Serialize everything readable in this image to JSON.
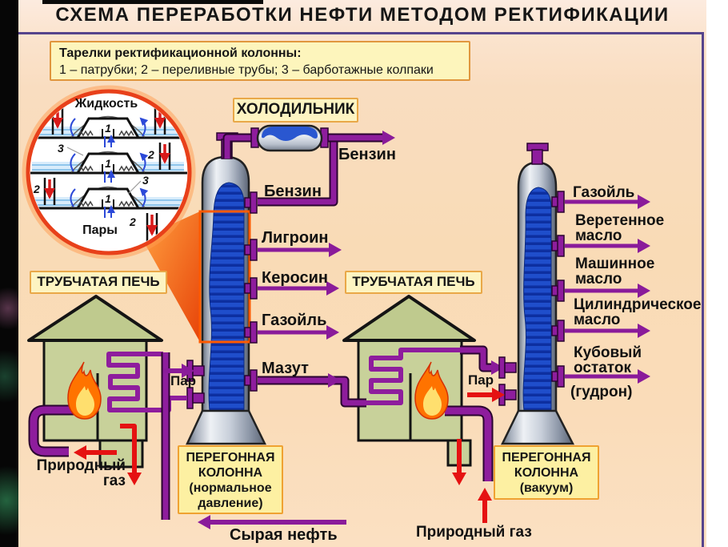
{
  "title": "СХЕМА ПЕРЕРАБОТКИ НЕФТИ МЕТОДОМ РЕКТИФИКАЦИИ",
  "legend": {
    "heading": "Тарелки ректификационной колонны:",
    "items": "1 – патрубки; 2 – переливные трубы; 3 – барботажные колпаки"
  },
  "inset": {
    "liquid_label": "Жидкость",
    "vapor_label": "Пары",
    "num1": "1",
    "num2": "2",
    "num3": "3"
  },
  "cooler": {
    "label": "ХОЛОДИЛЬНИК"
  },
  "furnace_left": {
    "label": "ТРУБЧАТАЯ ПЕЧЬ",
    "steam_label": "Пар",
    "gas_line1": "Природный",
    "gas_line2": "газ"
  },
  "furnace_right": {
    "label": "ТРУБЧАТАЯ ПЕЧЬ",
    "steam_label": "Пар",
    "gas_label": "Природный газ"
  },
  "column_left": {
    "caption": [
      "ПЕРЕГОННАЯ",
      "КОЛОННА",
      "(нормальное",
      "давление)"
    ],
    "top_product": "Бензин",
    "products": [
      "Бензин",
      "Лигроин",
      "Керосин",
      "Газойль",
      "Мазут"
    ]
  },
  "column_right": {
    "caption": [
      "ПЕРЕГОННАЯ",
      "КОЛОННА",
      "(вакуум)"
    ],
    "products": [
      {
        "line1": "Газойль",
        "line2": ""
      },
      {
        "line1": "Веретенное",
        "line2": "масло"
      },
      {
        "line1": "Машинное",
        "line2": "масло"
      },
      {
        "line1": "Цилиндрическое",
        "line2": "масло"
      },
      {
        "line1": "Кубовый",
        "line2": "остаток"
      },
      {
        "line1": "(гудрон)",
        "line2": ""
      }
    ]
  },
  "crude_label": "Сырая нефть",
  "colors": {
    "pipe_purple": "#8e1d9d",
    "arrow_red": "#e51212",
    "border_purple": "#55448c",
    "box_yellow": "#fdf4c2",
    "box_border_orange": "#e9a848",
    "furnace_green": "#c8d19a",
    "column_blue": "#1f4ecb",
    "inset_ring": "#e8401a"
  }
}
